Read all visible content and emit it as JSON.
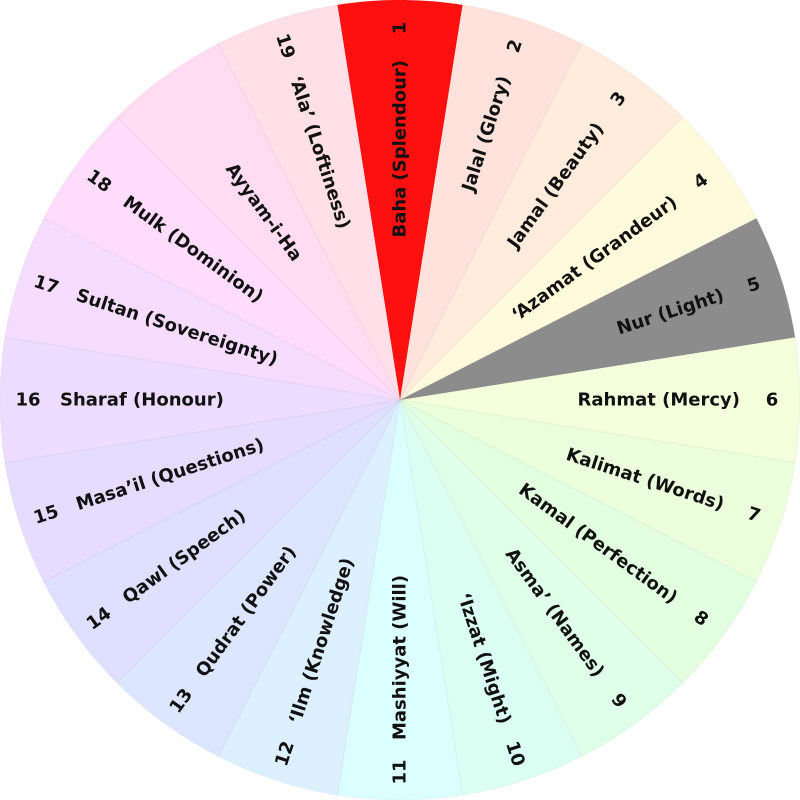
{
  "segments": [
    {
      "number": "1",
      "label": "Baha (Splendour)",
      "color": "#ff1010"
    },
    {
      "number": "2",
      "label": "Jalal (Glory)",
      "color": "#ffe2dc"
    },
    {
      "number": "3",
      "label": "Jamal (Beauty)",
      "color": "#ffecdc"
    },
    {
      "number": "4",
      "label": "‘Azamat (Grandeur)",
      "color": "#fffadc"
    },
    {
      "number": "5",
      "label": "Nur (Light)",
      "color": "#8c8c8c"
    },
    {
      "number": "6",
      "label": "Rahmat (Mercy)",
      "color": "#f4ffdc"
    },
    {
      "number": "7",
      "label": "Kalimat (Words)",
      "color": "#ebffdc"
    },
    {
      "number": "8",
      "label": "Kamal (Perfection)",
      "color": "#e2ffdf"
    },
    {
      "number": "9",
      "label": "Asma’ (Names)",
      "color": "#dfffe8"
    },
    {
      "number": "10",
      "label": "‘Izzat (Might)",
      "color": "#dcfff4"
    },
    {
      "number": "11",
      "label": "Mashiyyat (Will)",
      "color": "#dcffff"
    },
    {
      "number": "12",
      "label": "‘Ilm (Knowledge)",
      "color": "#dcf0ff"
    },
    {
      "number": "13",
      "label": "Qudrat (Power)",
      "color": "#dce6ff"
    },
    {
      "number": "14",
      "label": "Qawl (Speech)",
      "color": "#dfdfff"
    },
    {
      "number": "15",
      "label": "Masa’il (Questions)",
      "color": "#e6dcff"
    },
    {
      "number": "16",
      "label": "Sharaf (Honour)",
      "color": "#eddcff"
    },
    {
      "number": "17",
      "label": "Sultan (Sovereignty)",
      "color": "#f6dcff"
    },
    {
      "number": "18",
      "label": "Mulk (Dominion)",
      "color": "#ffdcfc"
    },
    {
      "number": "",
      "label": "Ayyam-i-Ha",
      "color": "#ffdcf2"
    },
    {
      "number": "19",
      "label": "‘Ala’ (Loftiness)",
      "color": "#ffdfe8"
    }
  ]
}
